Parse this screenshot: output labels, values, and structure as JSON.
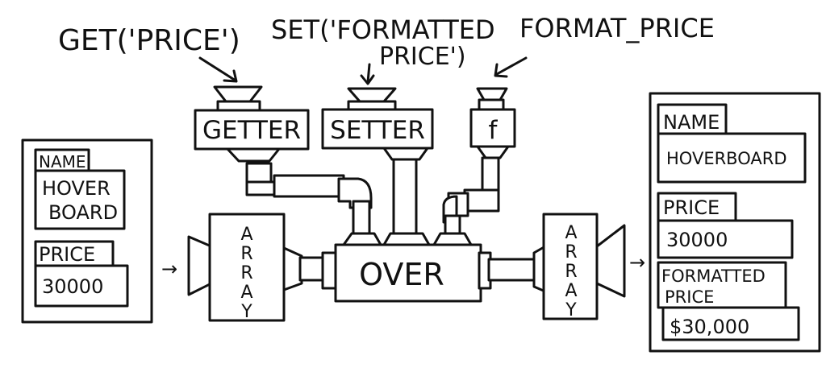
{
  "annotations": {
    "get_price": "GET('PRICE')",
    "set_formatted_line1": "SET('FORMATTED",
    "set_formatted_line2": "PRICE')",
    "format_price": "FORMAT_PRICE"
  },
  "machines": {
    "getter": "GETTER",
    "setter": "SETTER",
    "function": "f",
    "over": "OVER",
    "array_in": "ARRAY",
    "array_out": "ARRAY"
  },
  "input_record": {
    "name_label": "NAME",
    "name_value_line1": "HOVER",
    "name_value_line2": "BOARD",
    "price_label": "PRICE",
    "price_value": "30000"
  },
  "output_record": {
    "name_label": "NAME",
    "name_value": "HOVERBOARD",
    "price_label": "PRICE",
    "price_value": "30000",
    "formatted_label_line1": "FORMATTED",
    "formatted_label_line2": "PRICE",
    "formatted_value": "$30,000"
  },
  "arrows": {
    "input_arrow": "→",
    "output_arrow": "→"
  }
}
